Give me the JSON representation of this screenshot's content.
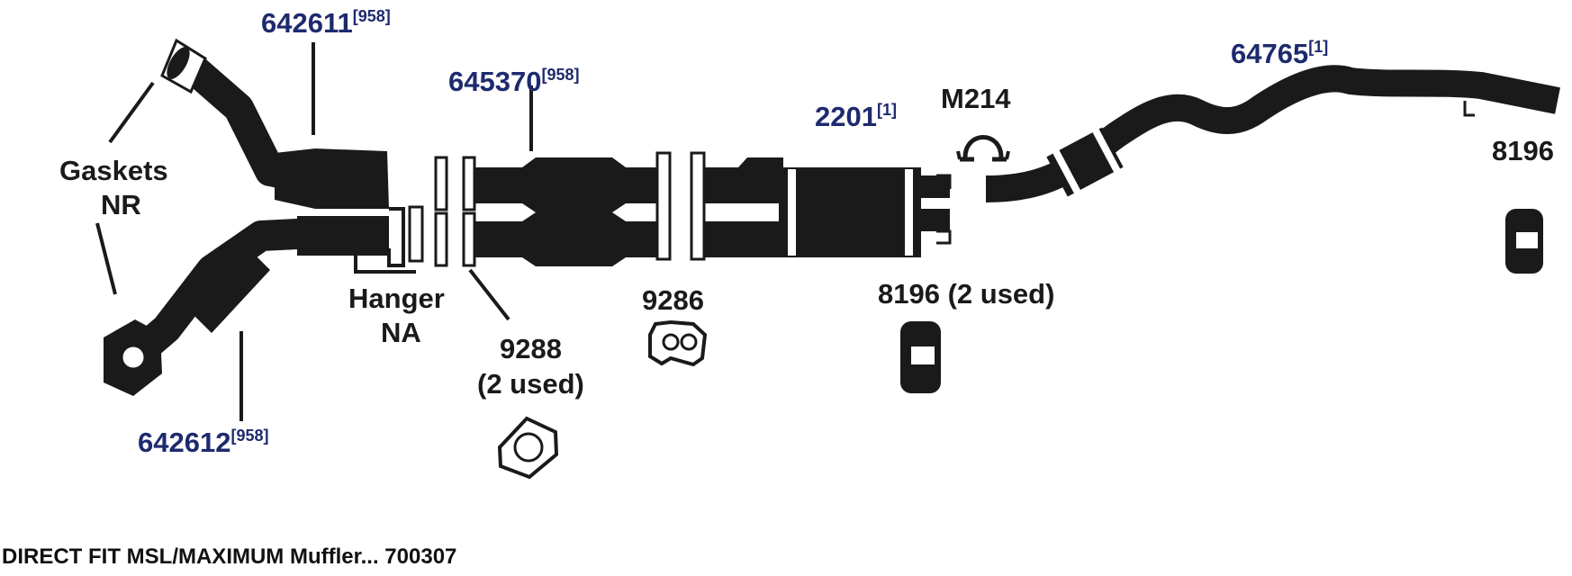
{
  "parts": {
    "p642611": {
      "number": "642611",
      "note": "[958]"
    },
    "p645370": {
      "number": "645370",
      "note": "[958]"
    },
    "p2201": {
      "number": "2201",
      "note": "[1]"
    },
    "m214": {
      "number": "M214"
    },
    "p64765": {
      "number": "64765",
      "note": "[1]"
    },
    "p8196_right": {
      "number": "8196"
    },
    "gaskets": {
      "line1": "Gaskets",
      "line2": "NR"
    },
    "hanger": {
      "line1": "Hanger",
      "line2": "NA"
    },
    "p9288": {
      "line1": "9288",
      "line2": "(2 used)"
    },
    "p9286": {
      "number": "9286"
    },
    "p8196_mid": {
      "number": "8196 (2 used)"
    },
    "p642612": {
      "number": "642612",
      "note": "[958]"
    }
  },
  "footer": {
    "text": "DIRECT FIT MSL/MAXIMUM Muffler... 700307"
  },
  "colors": {
    "part_number": "#1e2a6e",
    "label": "#1a1a1a",
    "parts": "#1a1a1a"
  }
}
